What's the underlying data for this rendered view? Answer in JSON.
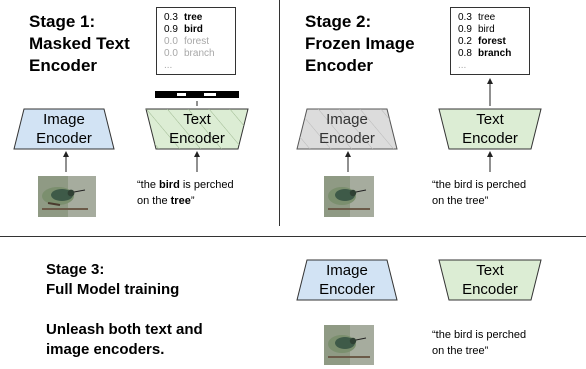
{
  "stage1": {
    "title_line1": "Stage 1:",
    "title_line2": "Masked Text",
    "title_line3": "Encoder",
    "preds": [
      {
        "score": "0.3",
        "word": "tree"
      },
      {
        "score": "0.9",
        "word": "bird"
      },
      {
        "score": "0.0",
        "word": "forest"
      },
      {
        "score": "0.0",
        "word": "branch"
      }
    ],
    "ellipsis": "...",
    "image_encoder_line1": "Image",
    "image_encoder_line2": "Encoder",
    "text_encoder_line1": "Text",
    "text_encoder_line2": "Encoder",
    "caption_q1": "“the ",
    "caption_b1": "bird",
    "caption_m1": " is perched",
    "caption_q2": "on the ",
    "caption_b2": "tree",
    "caption_e2": "”"
  },
  "stage2": {
    "title_line1": "Stage 2:",
    "title_line2": "Frozen Image",
    "title_line3": "Encoder",
    "preds": [
      {
        "score": "0.3",
        "word": "tree"
      },
      {
        "score": "0.9",
        "word": "bird"
      },
      {
        "score": "0.2",
        "word": "forest"
      },
      {
        "score": "0.8",
        "word": "branch"
      }
    ],
    "ellipsis": "...",
    "image_encoder_line1": "Image",
    "image_encoder_line2": "Encoder",
    "text_encoder_line1": "Text",
    "text_encoder_line2": "Encoder",
    "caption_line1": "“the bird is perched",
    "caption_line2": "on the tree”"
  },
  "stage3": {
    "title_line1": "Stage 3:",
    "title_line2": "Full Model training",
    "subtitle_line1": "Unleash both text and",
    "subtitle_line2": "image encoders.",
    "image_encoder_line1": "Image",
    "image_encoder_line2": "Encoder",
    "text_encoder_line1": "Text",
    "text_encoder_line2": "Encoder",
    "caption_line1": "“the bird is perched",
    "caption_line2": "on the tree”"
  },
  "colors": {
    "image_encoder_fill": "#d2e3f4",
    "text_encoder_fill": "#dcedd4",
    "frozen_fill": "#dcdcdc",
    "encoder_stroke": "#333333"
  }
}
